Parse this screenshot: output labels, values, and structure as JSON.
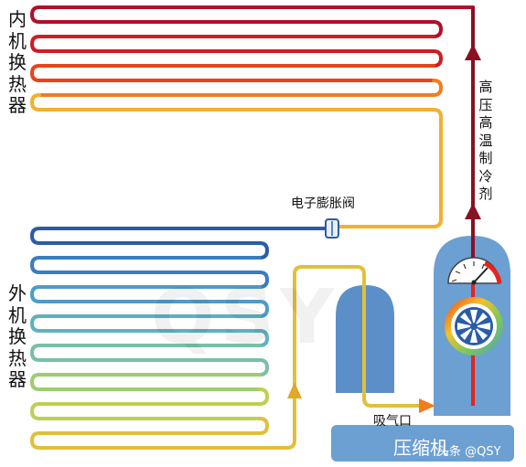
{
  "labels": {
    "indoor_exchanger": "内机换热器",
    "outdoor_exchanger": "外机换热器",
    "expansion_valve": "电子膨胀阀",
    "hp_refrigerant": "高压高温制冷剂",
    "suction_port": "吸气口",
    "compressor": "压缩机",
    "watermark": "头条 @QSY",
    "background_mark": "QSY"
  },
  "colors": {
    "indoor_coil_gradient": [
      "#b0102a",
      "#cc1f22",
      "#e8431c",
      "#f07d1e",
      "#f3b02e",
      "#f6c64a"
    ],
    "outdoor_coil_gradient": [
      "#2a5ca8",
      "#3a7cc0",
      "#4f9bc8",
      "#5fb1c0",
      "#79c0a6",
      "#9ccd6e",
      "#bfcf52",
      "#d4cd46"
    ],
    "hp_pipe": "#8a1024",
    "suction_pipe": [
      "#f3b02e",
      "#f07d1e"
    ],
    "compressor_body": "#6c9fd2",
    "accumulator_body": "#5c8fc7"
  },
  "icons": [
    "fan-icon",
    "pressure-gauge-icon",
    "flow-arrow-icon",
    "expansion-valve-icon"
  ]
}
